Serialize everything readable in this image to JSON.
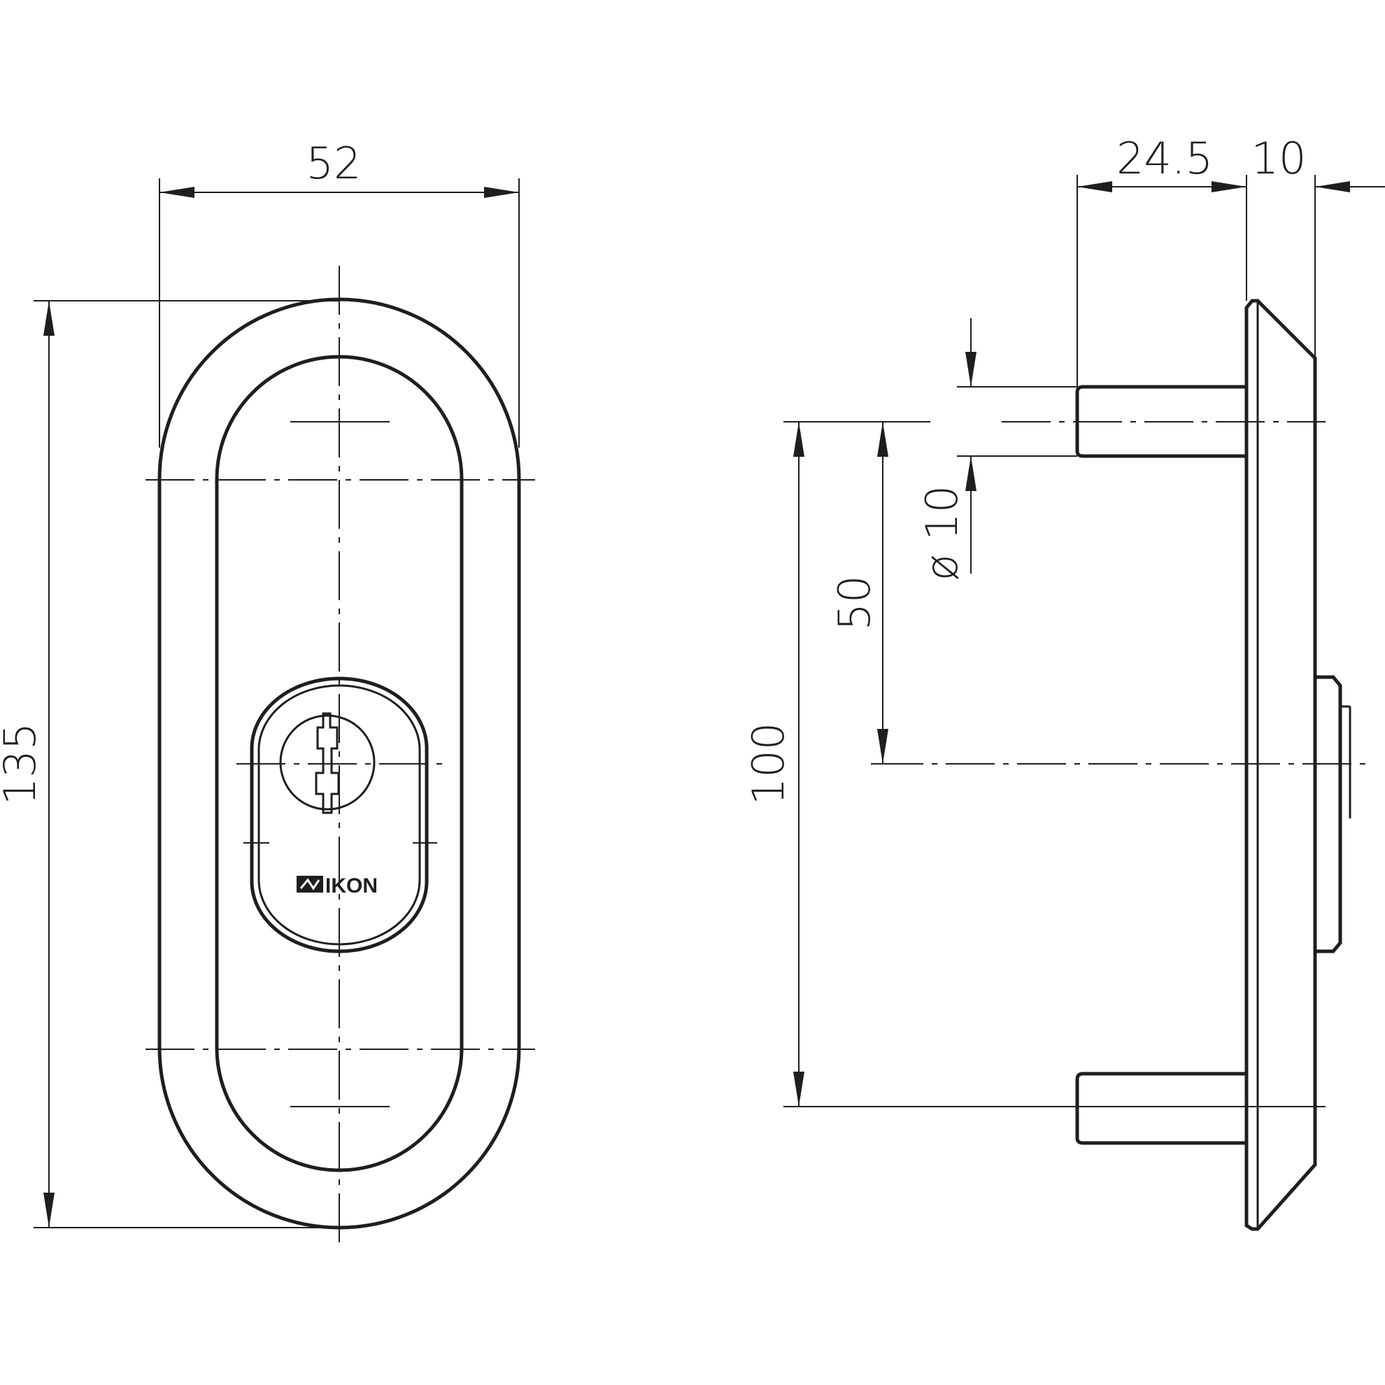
{
  "front_view": {
    "width_label": "52",
    "height_label": "135",
    "logo_text": "IKON"
  },
  "side_view": {
    "pin_length_label": "24.5",
    "plate_thickness_label": "10",
    "pin_diameter_label": "ø 10",
    "half_spacing_label": "50",
    "pin_spacing_label": "100"
  },
  "colors": {
    "line": "#1e1e1e",
    "background": "#ffffff"
  }
}
